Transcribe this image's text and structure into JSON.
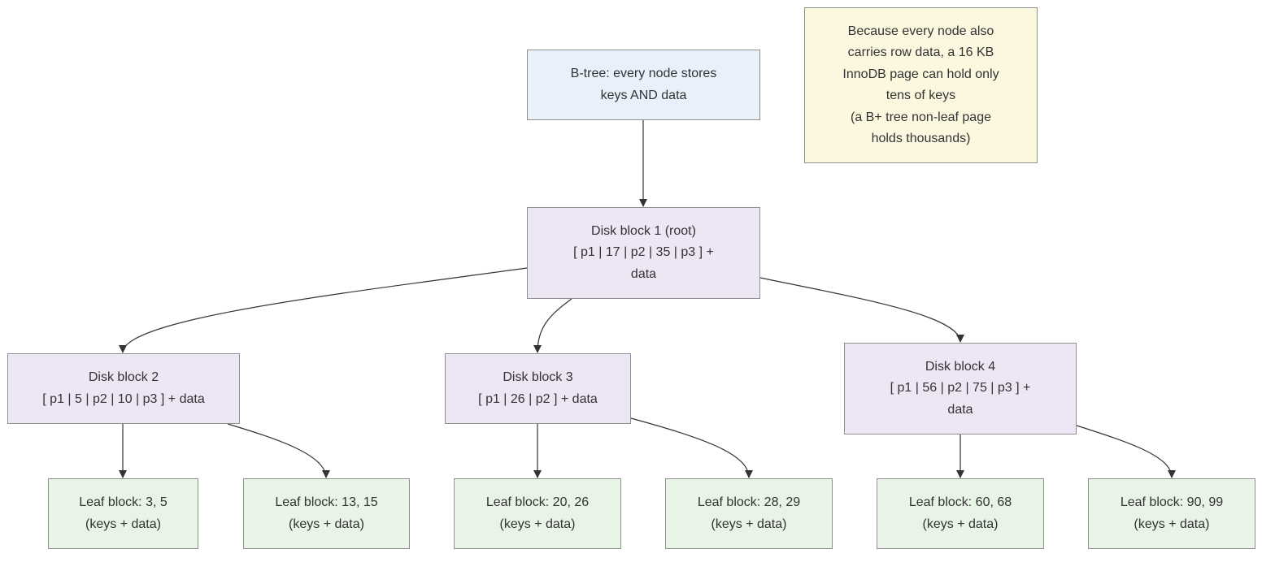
{
  "diagram": {
    "title_node": {
      "lines": [
        "B-tree: every node stores",
        "keys AND data"
      ]
    },
    "note": {
      "lines": [
        "Because every node also",
        "carries row data, a 16 KB",
        "InnoDB page can hold only",
        "tens of keys",
        "(a B+ tree non-leaf page",
        "holds thousands)"
      ]
    },
    "root": {
      "lines": [
        "Disk block 1 (root)",
        "[ p1 | 17 | p2 | 35 | p3 ] +",
        "data"
      ]
    },
    "block2": {
      "lines": [
        "Disk block 2",
        "[ p1 | 5 | p2 | 10 | p3 ] + data"
      ]
    },
    "block3": {
      "lines": [
        "Disk block 3",
        "[ p1 | 26 | p2 ] + data"
      ]
    },
    "block4": {
      "lines": [
        "Disk block 4",
        "[ p1 | 56 | p2 | 75 | p3 ] +",
        "data"
      ]
    },
    "leaves": [
      {
        "lines": [
          "Leaf block: 3, 5",
          "(keys + data)"
        ]
      },
      {
        "lines": [
          "Leaf block: 13, 15",
          "(keys + data)"
        ]
      },
      {
        "lines": [
          "Leaf block: 20, 26",
          "(keys + data)"
        ]
      },
      {
        "lines": [
          "Leaf block: 28, 29",
          "(keys + data)"
        ]
      },
      {
        "lines": [
          "Leaf block: 60, 68",
          "(keys + data)"
        ]
      },
      {
        "lines": [
          "Leaf block: 90, 99",
          "(keys + data)"
        ]
      }
    ],
    "colors": {
      "title_fill": "#e8f0fc",
      "block_fill": "#ede6f4",
      "leaf_fill": "#e8f4e6",
      "note_fill": "#fcf8e0",
      "border": "#8f8f8f",
      "edge": "#333333"
    }
  }
}
